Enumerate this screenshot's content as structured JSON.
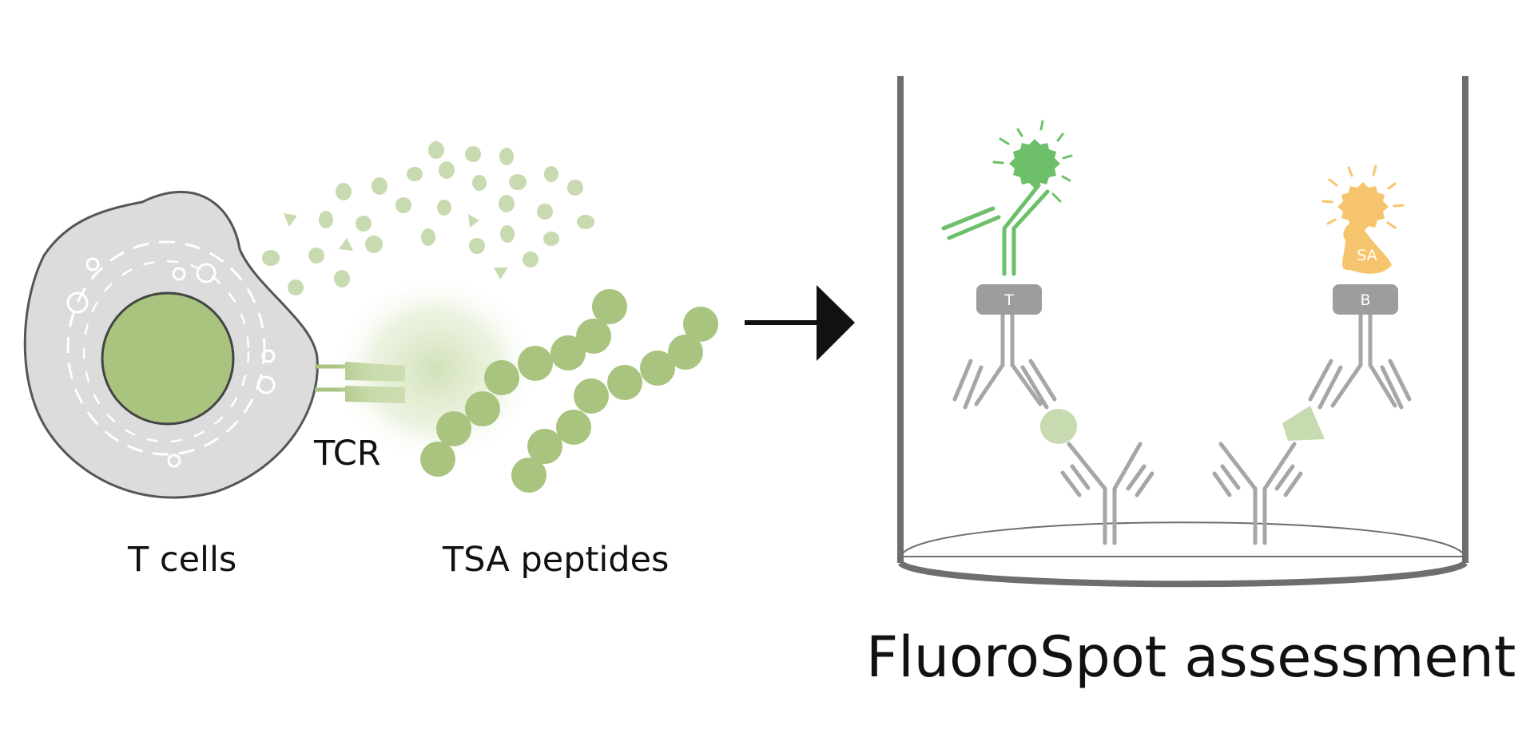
{
  "labels": {
    "t_cells": "T cells",
    "tcr": "TCR",
    "tsa_peptides": "TSA peptides",
    "fluorospot": "FluoroSpot assessment"
  },
  "tags": {
    "t": "T",
    "b": "B",
    "sa": "SA"
  },
  "colors": {
    "cell_body": "#dcdcdc",
    "nucleus": "#a9c47f",
    "peptide": "#a9c47f",
    "fragment": "#c8dab0",
    "green_fluor": "#6dbf6a",
    "orange_fluor": "#f6c46c",
    "antibody_gray": "#a6a6a6",
    "label_gray": "#9d9d9d",
    "well_outline": "#6e6e6e"
  }
}
